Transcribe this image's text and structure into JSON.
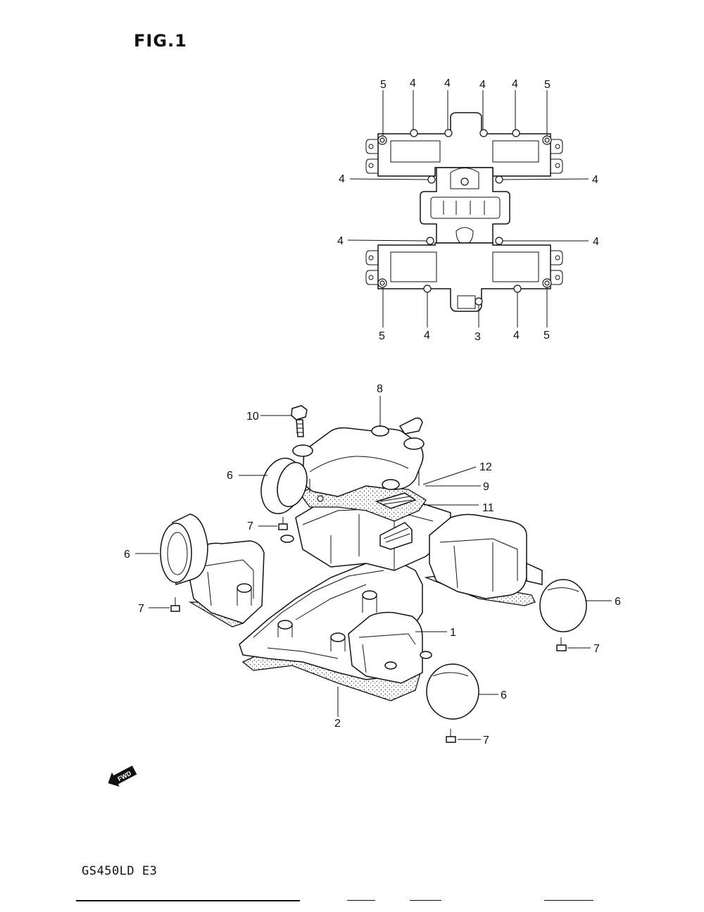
{
  "figure": {
    "title": "FIG.1"
  },
  "model": {
    "label": "GS450LD E3"
  },
  "fwd_badge": {
    "label": "FWD"
  },
  "torque_diagram": {
    "callouts_top": [
      "5",
      "4",
      "4",
      "4",
      "4",
      "5"
    ],
    "callouts_side": [
      "4",
      "4",
      "4",
      "4"
    ],
    "callouts_bottom": [
      "5",
      "4",
      "3",
      "4",
      "5"
    ]
  },
  "exploded_view": {
    "callouts": {
      "cover": "1",
      "gasket": "2",
      "cap_fr_left": "6",
      "cap_rr_left": "6",
      "cap_rr_right": "6",
      "cap_fr_right": "6",
      "bolt_7a": "7",
      "bolt_7b": "7",
      "bolt_7c": "7",
      "bolt_7d": "7",
      "breather_cover": "8",
      "breather_gasket": "9",
      "bolt_10": "10",
      "part_11": "11",
      "part_12": "12"
    }
  }
}
